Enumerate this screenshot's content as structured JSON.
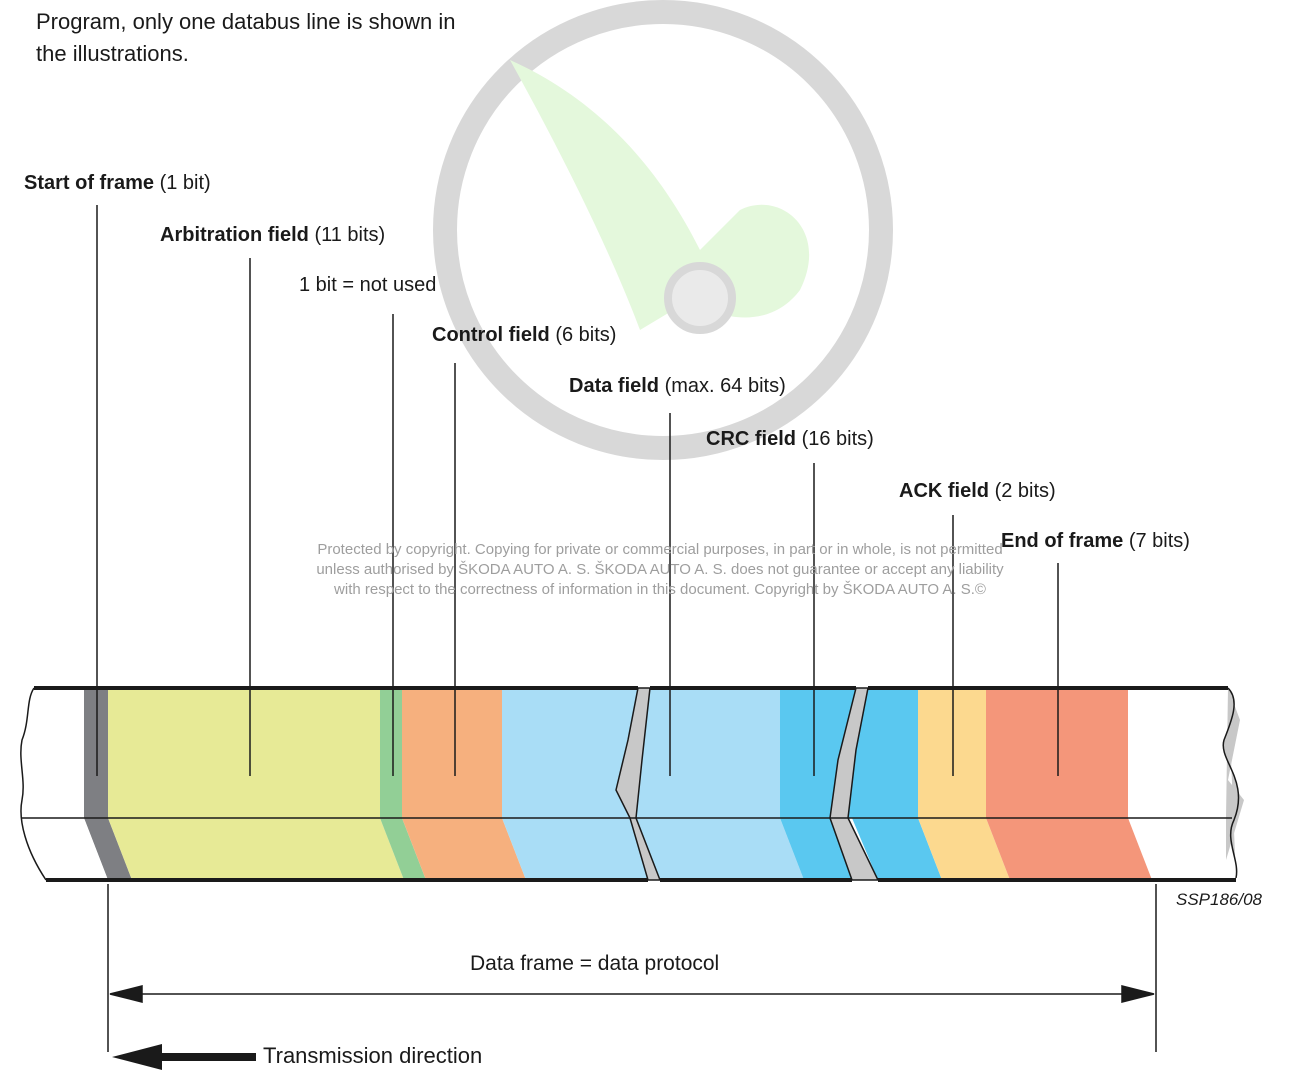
{
  "intro_text": "Program, only one databus line is shown in the illustrations.",
  "fields": [
    {
      "name": "Start of frame",
      "size": "(1 bit)",
      "color": "#7e7f83"
    },
    {
      "name": "Arbitration field",
      "size": "(11 bits)",
      "color": "#e7ea96"
    },
    {
      "name": "",
      "size": "1 bit = not used",
      "color": "#92cf96"
    },
    {
      "name": "Control field",
      "size": "(6 bits)",
      "color": "#f6b07e"
    },
    {
      "name": "Data field",
      "size": "(max. 64 bits)",
      "color": "#a9ddf6"
    },
    {
      "name": "CRC field",
      "size": "(16 bits)",
      "color": "#5ac8f0"
    },
    {
      "name": "ACK field",
      "size": "(2 bits)",
      "color": "#fcd98f"
    },
    {
      "name": "End of frame",
      "size": "(7 bits)",
      "color": "#f4967a"
    }
  ],
  "copyright_lines": [
    "Protected by copyright. Copying for private or commercial purposes, in part or in whole, is not permitted",
    "unless authorised by ŠKODA AUTO A. S. ŠKODA AUTO A. S. does not guarantee or accept any liability",
    "with respect to the correctness of information in this document. Copyright by ŠKODA AUTO A. S.©"
  ],
  "figure_ref": "SSP186/08",
  "frame_caption": "Data frame = data protocol",
  "direction_caption": "Transmission direction",
  "colors": {
    "outline": "#1a1a1a",
    "break_fill": "#c8c8c8",
    "logo_ring": "#d6d6d6",
    "logo_fill": "#e4f8dc"
  }
}
